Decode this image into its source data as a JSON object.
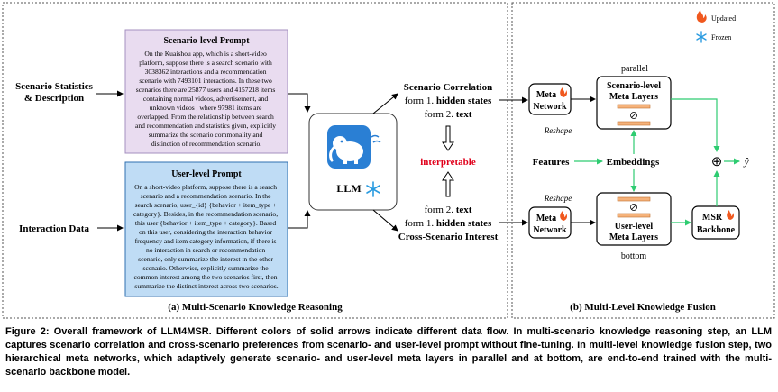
{
  "panel_a": {
    "title": "(a) Multi-Scenario Knowledge Reasoning",
    "inputs": {
      "scenario_line1": "Scenario Statistics",
      "scenario_line2": "& Description",
      "interaction": "Interaction Data"
    },
    "scenario_prompt": {
      "title": "Scenario-level Prompt",
      "lines": [
        "On the Kuaishou app, which is a short-video",
        "platform, suppose there is a search scenario with",
        "3038362 interactions and a recommendation",
        "scenario with 7493101 interactions. In these two",
        "scenarios there are 25877 users and 4157218 items",
        "containing normal videos, advertisement, and",
        "unknown videos , where 97981 items are",
        "overlapped. From the relationship between search",
        "and recommendation and statistics given, explicitly",
        "summarize the scenario commonality and",
        "distinction of recommendation scenario."
      ]
    },
    "user_prompt": {
      "title": "User-level Prompt",
      "lines": [
        "On a short-video platform, suppose there is a search",
        "scenario and a recommendation scenario. In the",
        "search scenario, user_{id} {behavior + item_type +",
        "category}. Besides, in the recommendation scenario,",
        "this user {behavior + item_type + category}. Based",
        "on this user, considering the interaction behavior",
        "frequency and item category information, if there is",
        "no interaction in search or recommendation",
        "scenario, only summarize the interest in the other",
        "scenario. Otherwise, explicitly summarize the",
        "common interest among the two scenarios first, then",
        "summarize the distinct interest across two scenarios."
      ]
    },
    "llm_label": "LLM",
    "outputs": {
      "scenario_correlation": "Scenario Correlation",
      "s_form1_prefix": "form 1.",
      "s_form1_bold": "hidden states",
      "s_form2_prefix": "form 2.",
      "s_form2_bold": "text",
      "interpretable": "interpretable",
      "u_form2_prefix": "form 2.",
      "u_form2_bold": "text",
      "u_form1_prefix": "form 1.",
      "u_form1_bold": "hidden states",
      "cross_scenario": "Cross-Scenario Interest"
    }
  },
  "panel_b": {
    "title": "(b) Multi-Level Knowledge Fusion",
    "legend": {
      "updated": "Updated",
      "frozen": "Frozen"
    },
    "parallel": "parallel",
    "bottom": "bottom",
    "meta_network_line1": "Meta",
    "meta_network_line2": "Network",
    "scenario_meta_line1": "Scenario-level",
    "scenario_meta_line2": "Meta Layers",
    "user_meta_line1": "User-level",
    "user_meta_line2": "Meta Layers",
    "reshape": "Reshape",
    "features": "Features",
    "embeddings": "Embeddings",
    "msr_line1": "MSR",
    "msr_line2": "Backbone",
    "oplus": "⊕",
    "y_hat": "ŷ"
  },
  "caption": "Figure 2: Overall framework of LLM4MSR. Different colors of solid arrows indicate different data flow. In multi-scenario knowledge reasoning step, an LLM captures scenario correlation and cross-scenario preferences from scenario- and user-level prompt without fine-tuning. In multi-level knowledge fusion step, two hierarchical meta networks, which adaptively generate scenario- and user-level meta layers in parallel and at bottom, are end-to-end trained with the multi-scenario backbone model.",
  "colors": {
    "scenario_prompt_fill": "#e9dcf0",
    "scenario_prompt_border": "#a48fbf",
    "user_prompt_fill": "#bfdcf5",
    "user_prompt_border": "#2f6fb0",
    "green_arrow": "#2ecc71",
    "bar_fill": "#f5b27a",
    "interpretable_red": "#e0001b",
    "frozen_blue": "#2a9be0",
    "llm_blue": "#2a7fd4"
  }
}
